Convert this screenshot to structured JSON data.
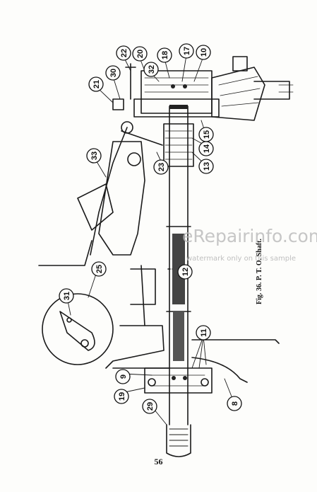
{
  "figure": {
    "caption": "Fig. 36. P. T. O. Shaft.",
    "callouts": [
      "22",
      "20",
      "18",
      "17",
      "10",
      "30",
      "32",
      "21",
      "15",
      "14",
      "13",
      "23",
      "33",
      "12",
      "25",
      "31",
      "11",
      "9",
      "19",
      "29",
      "8"
    ]
  },
  "watermark": {
    "brand": "eRepairinfo.com",
    "notice": "watermark only on this sample"
  },
  "page_number": "56"
}
